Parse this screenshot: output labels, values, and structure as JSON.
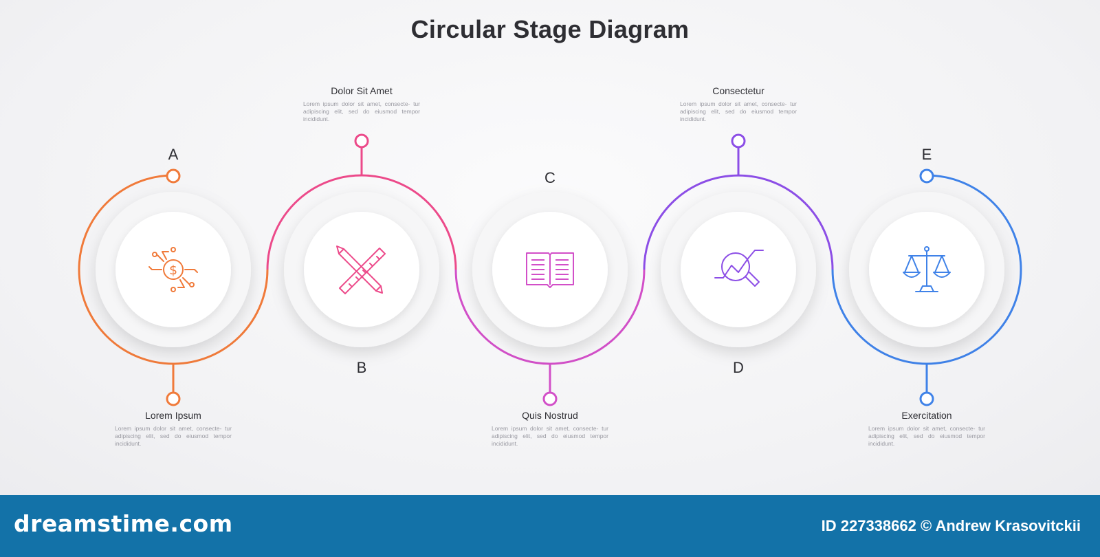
{
  "title": "Circular Stage Diagram",
  "stages": [
    {
      "letter": "A",
      "caption_title": "Lorem Ipsum",
      "caption_text": "Lorem ipsum dolor sit amet, consecte- tur adipiscing elit, sed do eiusmod tempor incididunt.",
      "color": "#f07a3a",
      "icon": "dollar-coin-icon"
    },
    {
      "letter": "B",
      "caption_title": "Dolor Sit Amet",
      "caption_text": "Lorem ipsum dolor sit amet, consecte- tur adipiscing elit, sed do eiusmod tempor incididunt.",
      "color": "#ec4a8a",
      "icon": "pencil-ruler-icon"
    },
    {
      "letter": "C",
      "caption_title": "Quis Nostrud",
      "caption_text": "Lorem ipsum dolor sit amet, consecte- tur adipiscing elit, sed do eiusmod tempor incididunt.",
      "color": "#d24fc8",
      "icon": "open-book-icon"
    },
    {
      "letter": "D",
      "caption_title": "Consectetur",
      "caption_text": "Lorem ipsum dolor sit amet, consecte- tur adipiscing elit, sed do eiusmod tempor incididunt.",
      "color": "#8c4ee6",
      "icon": "magnifier-chart-icon"
    },
    {
      "letter": "E",
      "caption_title": "Exercitation",
      "caption_text": "Lorem ipsum dolor sit amet, consecte- tur adipiscing elit, sed do eiusmod tempor incididunt.",
      "color": "#3f82e8",
      "icon": "balance-scale-icon"
    }
  ],
  "footer": {
    "brand": "dreamstime.com",
    "credit": "ID 227338662 © Andrew Krasovitckii"
  },
  "colors": {
    "footer_bg": "#1372a8",
    "title_text": "#2e2e33"
  }
}
